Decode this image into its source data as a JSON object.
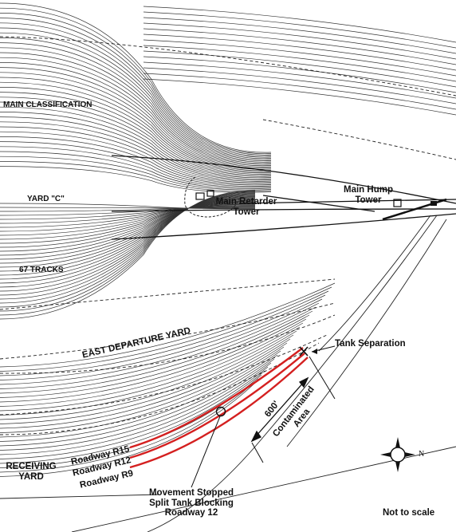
{
  "labels": {
    "main_classification": "MAIN CLASSIFICATION",
    "yard_c": "YARD \"C\"",
    "tracks_67": "67 TRACKS",
    "east_departure_yard": "EAST DEPARTURE YARD",
    "receiving_yard_line1": "RECEIVING",
    "receiving_yard_line2": "YARD",
    "main_retarder_tower_line1": "Main Retarder",
    "main_retarder_tower_line2": "Tower",
    "main_hump_tower_line1": "Main Hump",
    "main_hump_tower_line2": "Tower",
    "tank_separation": "Tank Separation",
    "distance_600": "600'",
    "contaminated_area_line1": "Contaminated",
    "contaminated_area_line2": "Area",
    "roadway_r15": "Roadway R15",
    "roadway_r12": "Roadway R12",
    "roadway_r9": "Roadway R9",
    "movement_line1": "Movement Stopped",
    "movement_line2": "Split Tank Blocking",
    "movement_line3": "Roadway 12",
    "not_to_scale": "Not to scale",
    "north": "N"
  },
  "colors": {
    "track": "#222222",
    "highlight_roadway": "#d42020",
    "text": "#111111"
  },
  "icons": [
    "compass-rose-icon",
    "separation-x-icon",
    "split-tank-circle-icon"
  ]
}
